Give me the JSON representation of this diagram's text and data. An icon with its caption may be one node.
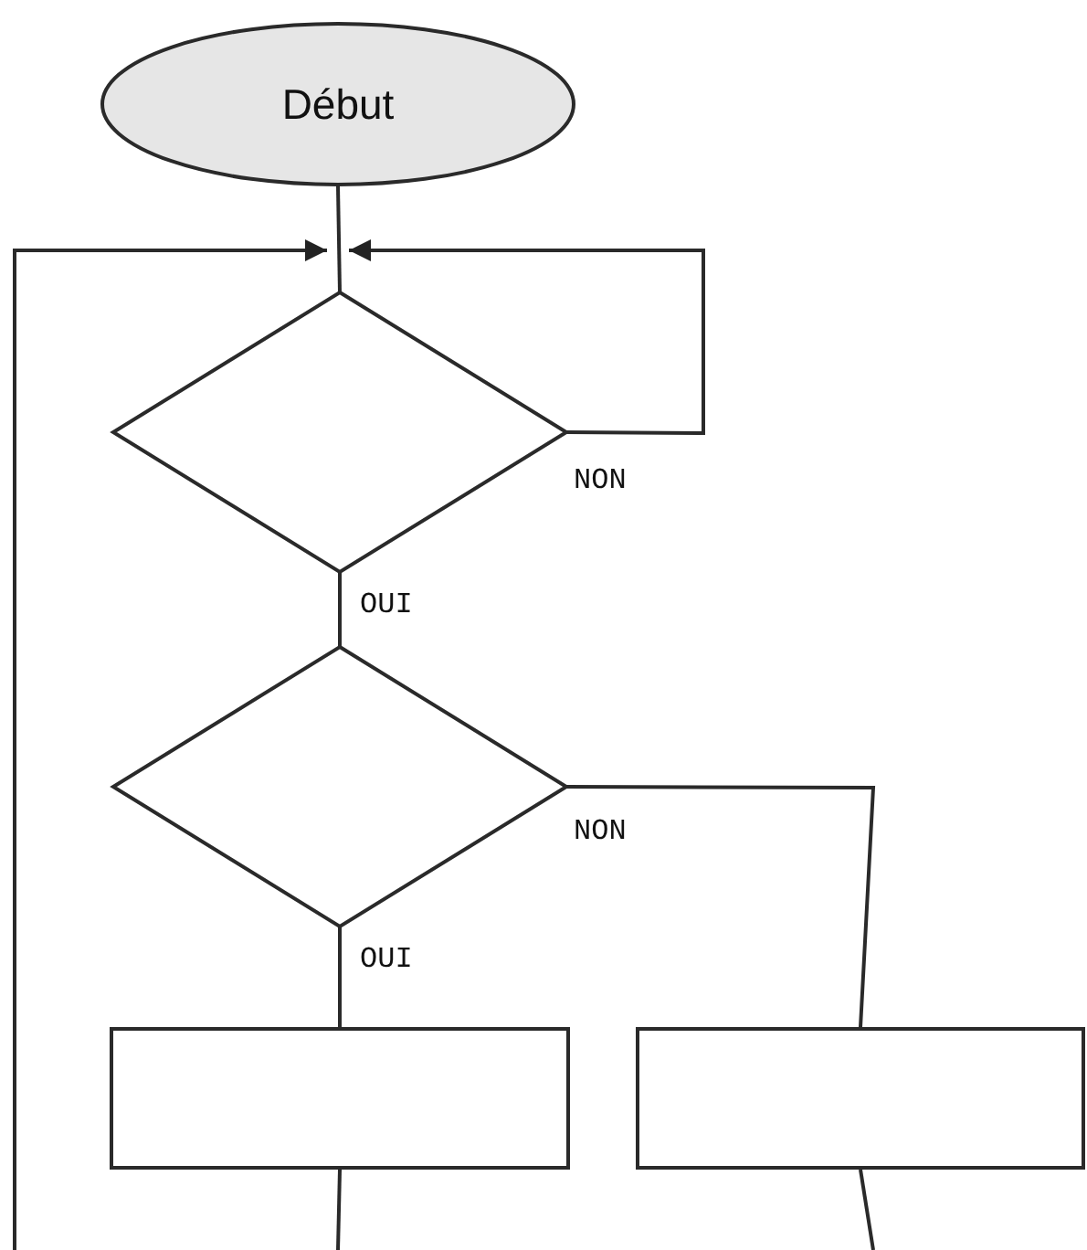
{
  "diagram": {
    "nodes": [
      {
        "text": [
          "Début"
        ]
      },
      {
        "text": [],
        "shape": "diamond"
      },
      {
        "text": [],
        "shape": "diamond"
      },
      {
        "text": [],
        "shape": "box"
      },
      {
        "text": [],
        "shape": "box"
      }
    ],
    "edges": [
      {
        "from": 0,
        "to": 1,
        "arrow": "none"
      },
      {
        "from": 1,
        "to": 1,
        "arrow": "to",
        "label": "NON"
      },
      {
        "from": 1,
        "to": 2,
        "arrow": "none",
        "label": "OUI"
      },
      {
        "from": 2,
        "to": 4,
        "arrow": "none",
        "label": "NON"
      },
      {
        "from": 2,
        "to": 3,
        "arrow": "none",
        "label": "OUI"
      },
      {
        "from": 3,
        "to": null,
        "arrow": "none"
      },
      {
        "from": 4,
        "to": null,
        "arrow": "none"
      },
      {
        "from": null,
        "to": 1,
        "arrow": "to"
      }
    ]
  }
}
